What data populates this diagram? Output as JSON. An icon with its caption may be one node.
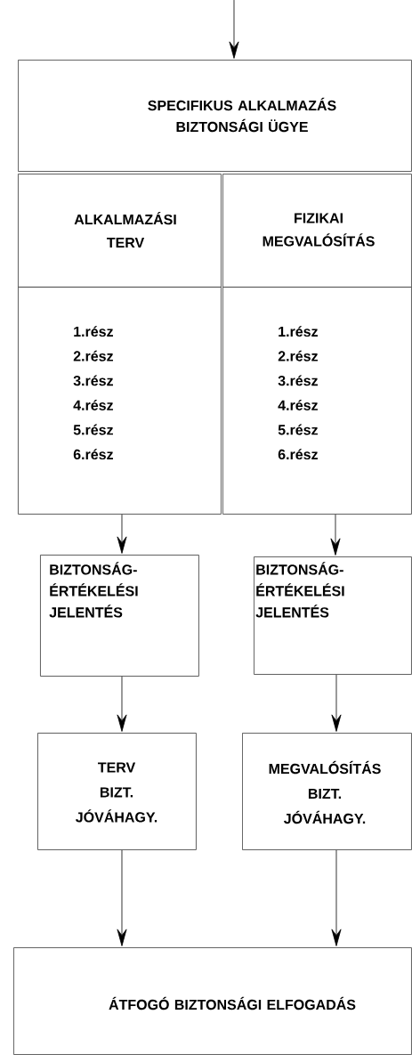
{
  "diagram": {
    "nodes": [
      {
        "text": [
          "SPECIFIKUS ALKALMAZÁS BIZTONSÁGI ÜGYE"
        ]
      },
      {
        "text": [
          "ALKALMAZÁSI TERV"
        ]
      },
      {
        "text": [
          "1.rész",
          "2.rész",
          "3.rész",
          "4.rész",
          "5.rész",
          "6.rész"
        ]
      },
      {
        "text": [
          "FIZIKAI MEGVALÓSÍTÁS"
        ]
      },
      {
        "text": [
          "1.rész",
          "2.rész",
          "3.rész",
          "4.rész",
          "5.rész",
          "6.rész"
        ]
      },
      {
        "text": [
          "BIZTONSÁG- ÉRTÉKELÉSI JELENTÉS"
        ]
      },
      {
        "text": [
          "BIZTONSÁG- ÉRTÉKELÉSI JELENTÉS"
        ]
      },
      {
        "text": [
          "TERV BIZT. JÓVÁHAGY."
        ]
      },
      {
        "text": [
          "MEGVALÓSÍTÁS BIZT. JÓVÁHAGY."
        ]
      },
      {
        "text": [
          "ÁTFOGÓ BIZTONSÁGI ELFOGADÁS"
        ]
      }
    ],
    "edges": [
      {
        "from": null,
        "to": 0,
        "arrow": "to"
      },
      {
        "from": 2,
        "to": 5,
        "arrow": "to"
      },
      {
        "from": 4,
        "to": 6,
        "arrow": "to"
      },
      {
        "from": 5,
        "to": 7,
        "arrow": "to"
      },
      {
        "from": 6,
        "to": 8,
        "arrow": "to"
      },
      {
        "from": 7,
        "to": 9,
        "arrow": "to"
      },
      {
        "from": 8,
        "to": 9,
        "arrow": "to"
      }
    ]
  }
}
